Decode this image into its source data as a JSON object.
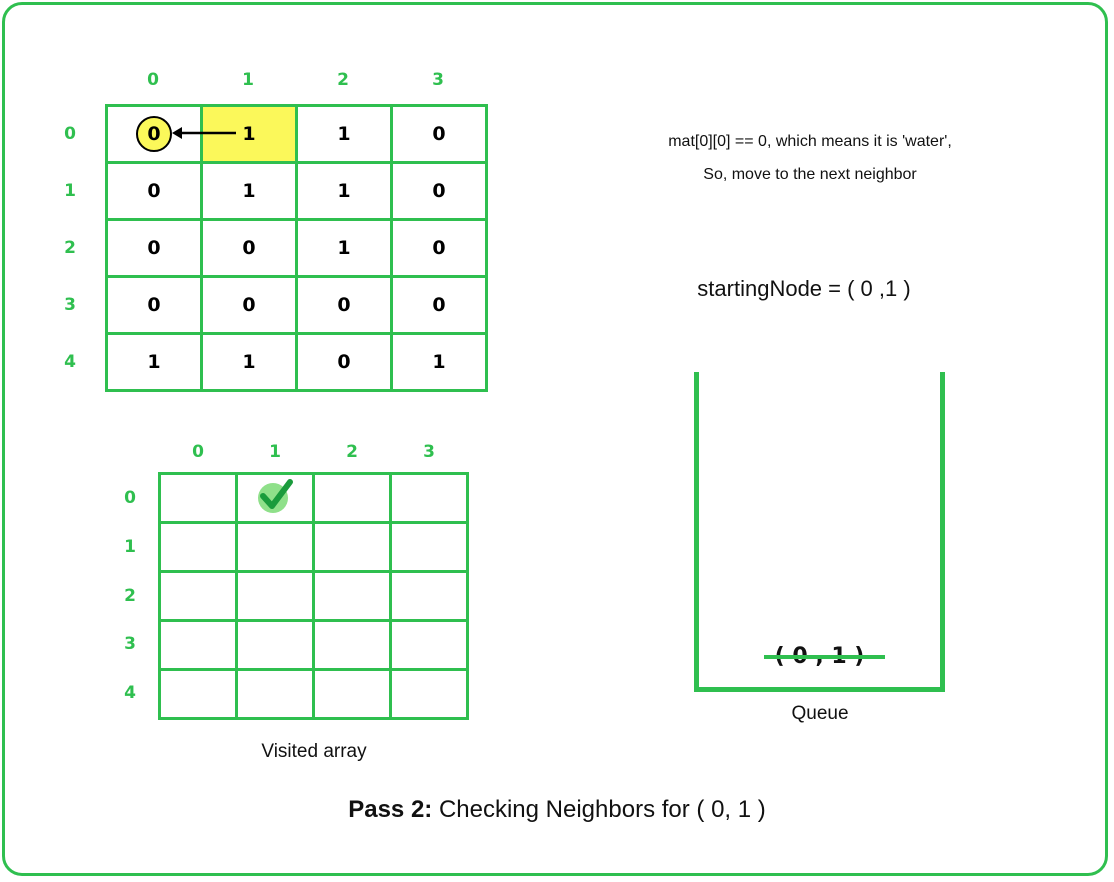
{
  "matrix": {
    "col_headers": [
      "0",
      "1",
      "2",
      "3"
    ],
    "row_headers": [
      "0",
      "1",
      "2",
      "3",
      "4"
    ],
    "rows": [
      [
        "0",
        "1",
        "1",
        "0"
      ],
      [
        "0",
        "1",
        "1",
        "0"
      ],
      [
        "0",
        "0",
        "1",
        "0"
      ],
      [
        "0",
        "0",
        "0",
        "0"
      ],
      [
        "1",
        "1",
        "0",
        "1"
      ]
    ]
  },
  "visited": {
    "col_headers": [
      "0",
      "1",
      "2",
      "3"
    ],
    "row_headers": [
      "0",
      "1",
      "2",
      "3",
      "4"
    ],
    "checked_cell": {
      "row": 0,
      "col": 1
    },
    "label": "Visited array"
  },
  "explanation": {
    "line1": "mat[0][0] == 0, which means it is 'water',",
    "line2": "So, move to the next neighbor"
  },
  "starting_node": "startingNode = ( 0 ,1 )",
  "queue": {
    "item": "( 0 , 1 )",
    "label": "Queue"
  },
  "caption": {
    "bold": "Pass 2:",
    "rest": " Checking Neighbors for ( 0, 1 )"
  },
  "colors": {
    "accent_green": "#2fbf4f",
    "highlight_yellow": "#fbf85a"
  }
}
